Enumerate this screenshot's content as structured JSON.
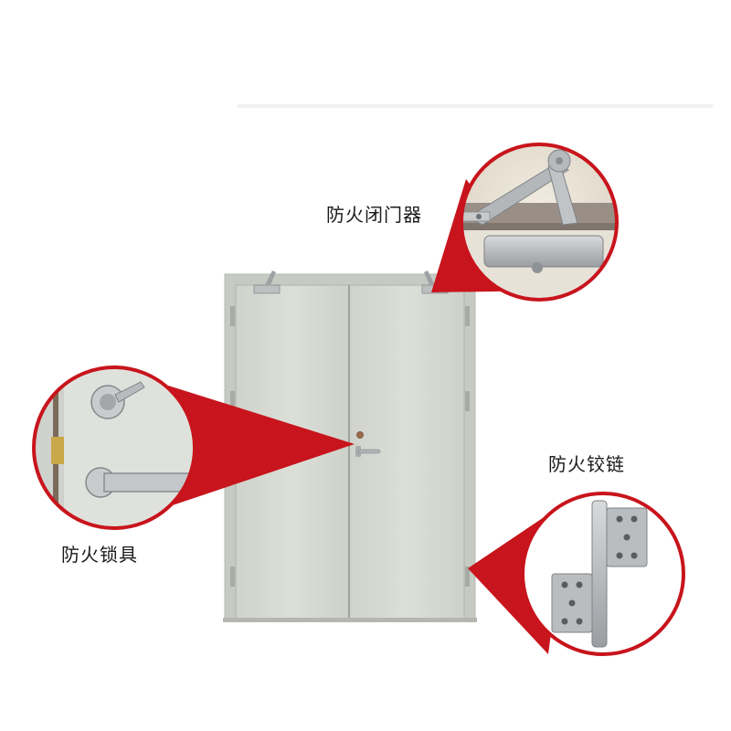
{
  "labels": {
    "door_closer": "防火闭门器",
    "hinge": "防火铰链",
    "lock": "防火锁具"
  },
  "colors": {
    "callout_red": "#c8141c",
    "door_panel": "#d6d9d2",
    "door_frame": "#c9cdc5",
    "background": "#ffffff"
  },
  "icons": [
    "door-closer-icon",
    "hinge-icon",
    "lock-handle-icon"
  ]
}
